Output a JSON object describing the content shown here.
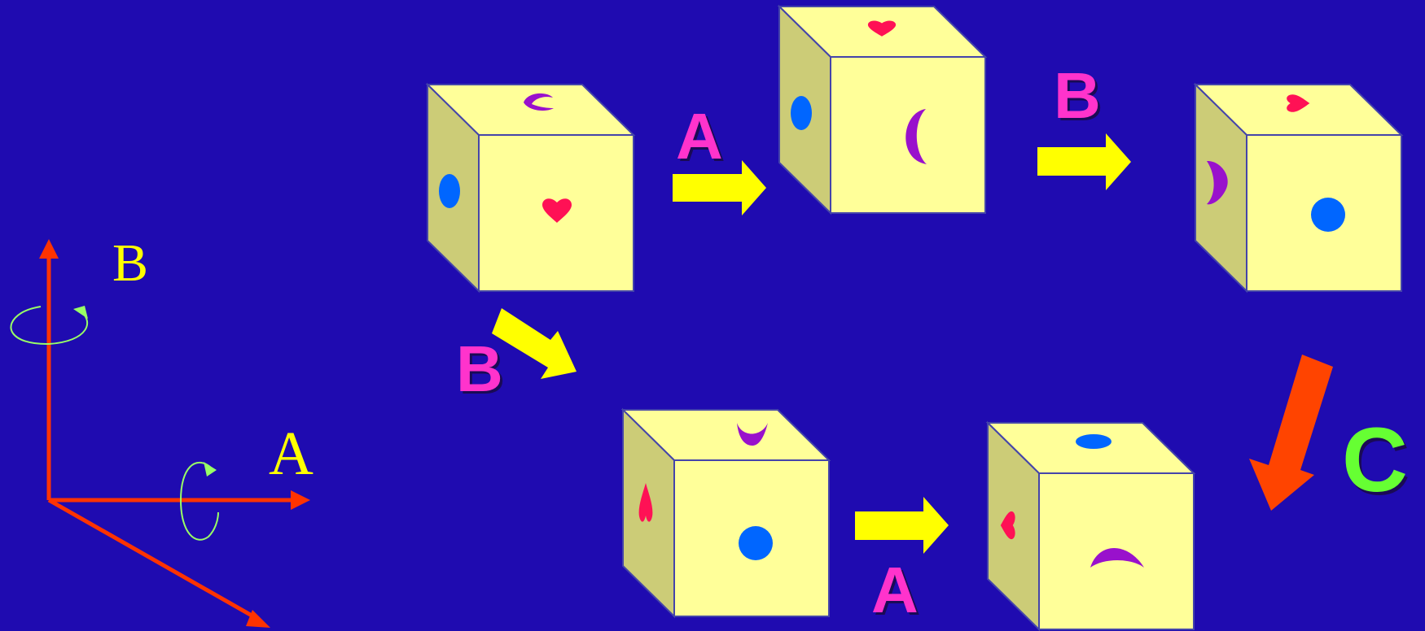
{
  "axes": {
    "axis_b_label": "B",
    "axis_a_label": "A",
    "axis_color": "#ff3300",
    "rotation_marker_color": "#99ff66",
    "axis_label_color": "#ffff00"
  },
  "labels": {
    "op_a_top": "A",
    "op_b_top": "B",
    "op_b_diag": "B",
    "op_a_bottom": "A",
    "op_c": "C"
  },
  "colors": {
    "background": "#1f0bb0",
    "cube_face": "#ffff99",
    "cube_side": "#cccc77",
    "cube_edge": "#4444aa",
    "arrow_yellow": "#ffff00",
    "arrow_red": "#ff4400",
    "label_magenta": "#ff33cc",
    "label_green": "#66ff33",
    "heart": "#ff1155",
    "moon": "#9911cc",
    "dot": "#0066ff"
  },
  "cubes": [
    {
      "id": "cube-start",
      "top": "moon",
      "left": "dot",
      "front": "heart"
    },
    {
      "id": "cube-after-a",
      "top": "heart",
      "left": "dot",
      "front": "moon"
    },
    {
      "id": "cube-after-a-b",
      "top": "heart",
      "left": "moon",
      "front": "dot"
    },
    {
      "id": "cube-after-b",
      "top": "moon",
      "left": "heart",
      "front": "dot"
    },
    {
      "id": "cube-after-b-a",
      "top": "dot",
      "left": "heart",
      "front": "moon"
    }
  ]
}
